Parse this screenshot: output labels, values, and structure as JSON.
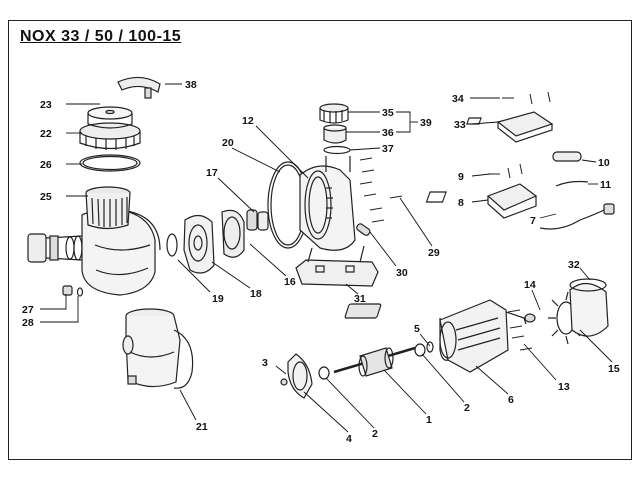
{
  "diagram": {
    "title": "NOX 33 / 50 / 100-15",
    "parts": {
      "p1": "1",
      "p2a": "2",
      "p2b": "2",
      "p3": "3",
      "p4": "4",
      "p5": "5",
      "p6": "6",
      "p7": "7",
      "p8": "8",
      "p9": "9",
      "p10": "10",
      "p11": "11",
      "p12": "12",
      "p13": "13",
      "p14": "14",
      "p15": "15",
      "p16": "16",
      "p17": "17",
      "p18": "18",
      "p19": "19",
      "p20": "20",
      "p21": "21",
      "p22": "22",
      "p23": "23",
      "p25": "25",
      "p26": "26",
      "p27": "27",
      "p28": "28",
      "p29": "29",
      "p30": "30",
      "p31": "31",
      "p32": "32",
      "p33": "33",
      "p34": "34",
      "p35": "35",
      "p36": "36",
      "p37": "37",
      "p38": "38",
      "p39": "39"
    }
  }
}
